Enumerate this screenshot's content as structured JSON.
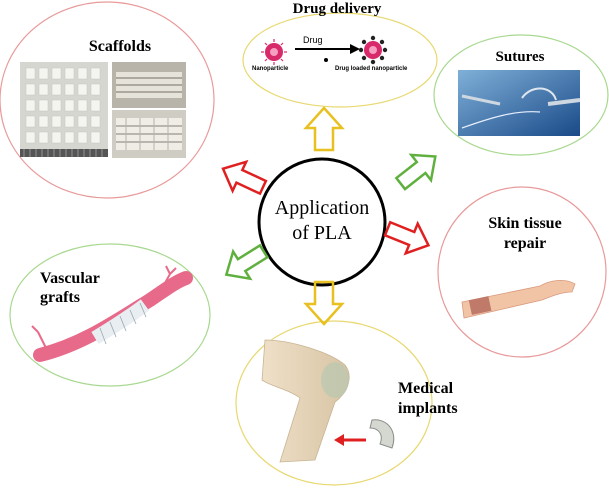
{
  "center": {
    "line1": "Application",
    "line2": "of PLA"
  },
  "nodes": {
    "drug_delivery": {
      "title": "Drug delivery",
      "arrow_label": "Drug",
      "nanoparticle_label": "Nanoparticle",
      "loaded_label": "Drug loaded nanoparticle"
    },
    "scaffolds": {
      "title": "Scaffolds"
    },
    "sutures": {
      "title": "Sutures"
    },
    "skin": {
      "line1": "Skin tissue",
      "line2": "repair"
    },
    "vascular": {
      "line1": "Vascular",
      "line2": "grafts"
    },
    "implants": {
      "line1": "Medical",
      "line2": "implants"
    }
  },
  "colors": {
    "drug_delivery_ring": "#e8d870",
    "scaffolds_ring": "#e89a9a",
    "sutures_ring": "#a8d890",
    "skin_ring": "#e89a9a",
    "vascular_ring": "#a8d890",
    "implants_ring": "#e8d870",
    "arrow_yellow": "#e8c020",
    "arrow_red": "#e02020",
    "arrow_green": "#60b040"
  }
}
